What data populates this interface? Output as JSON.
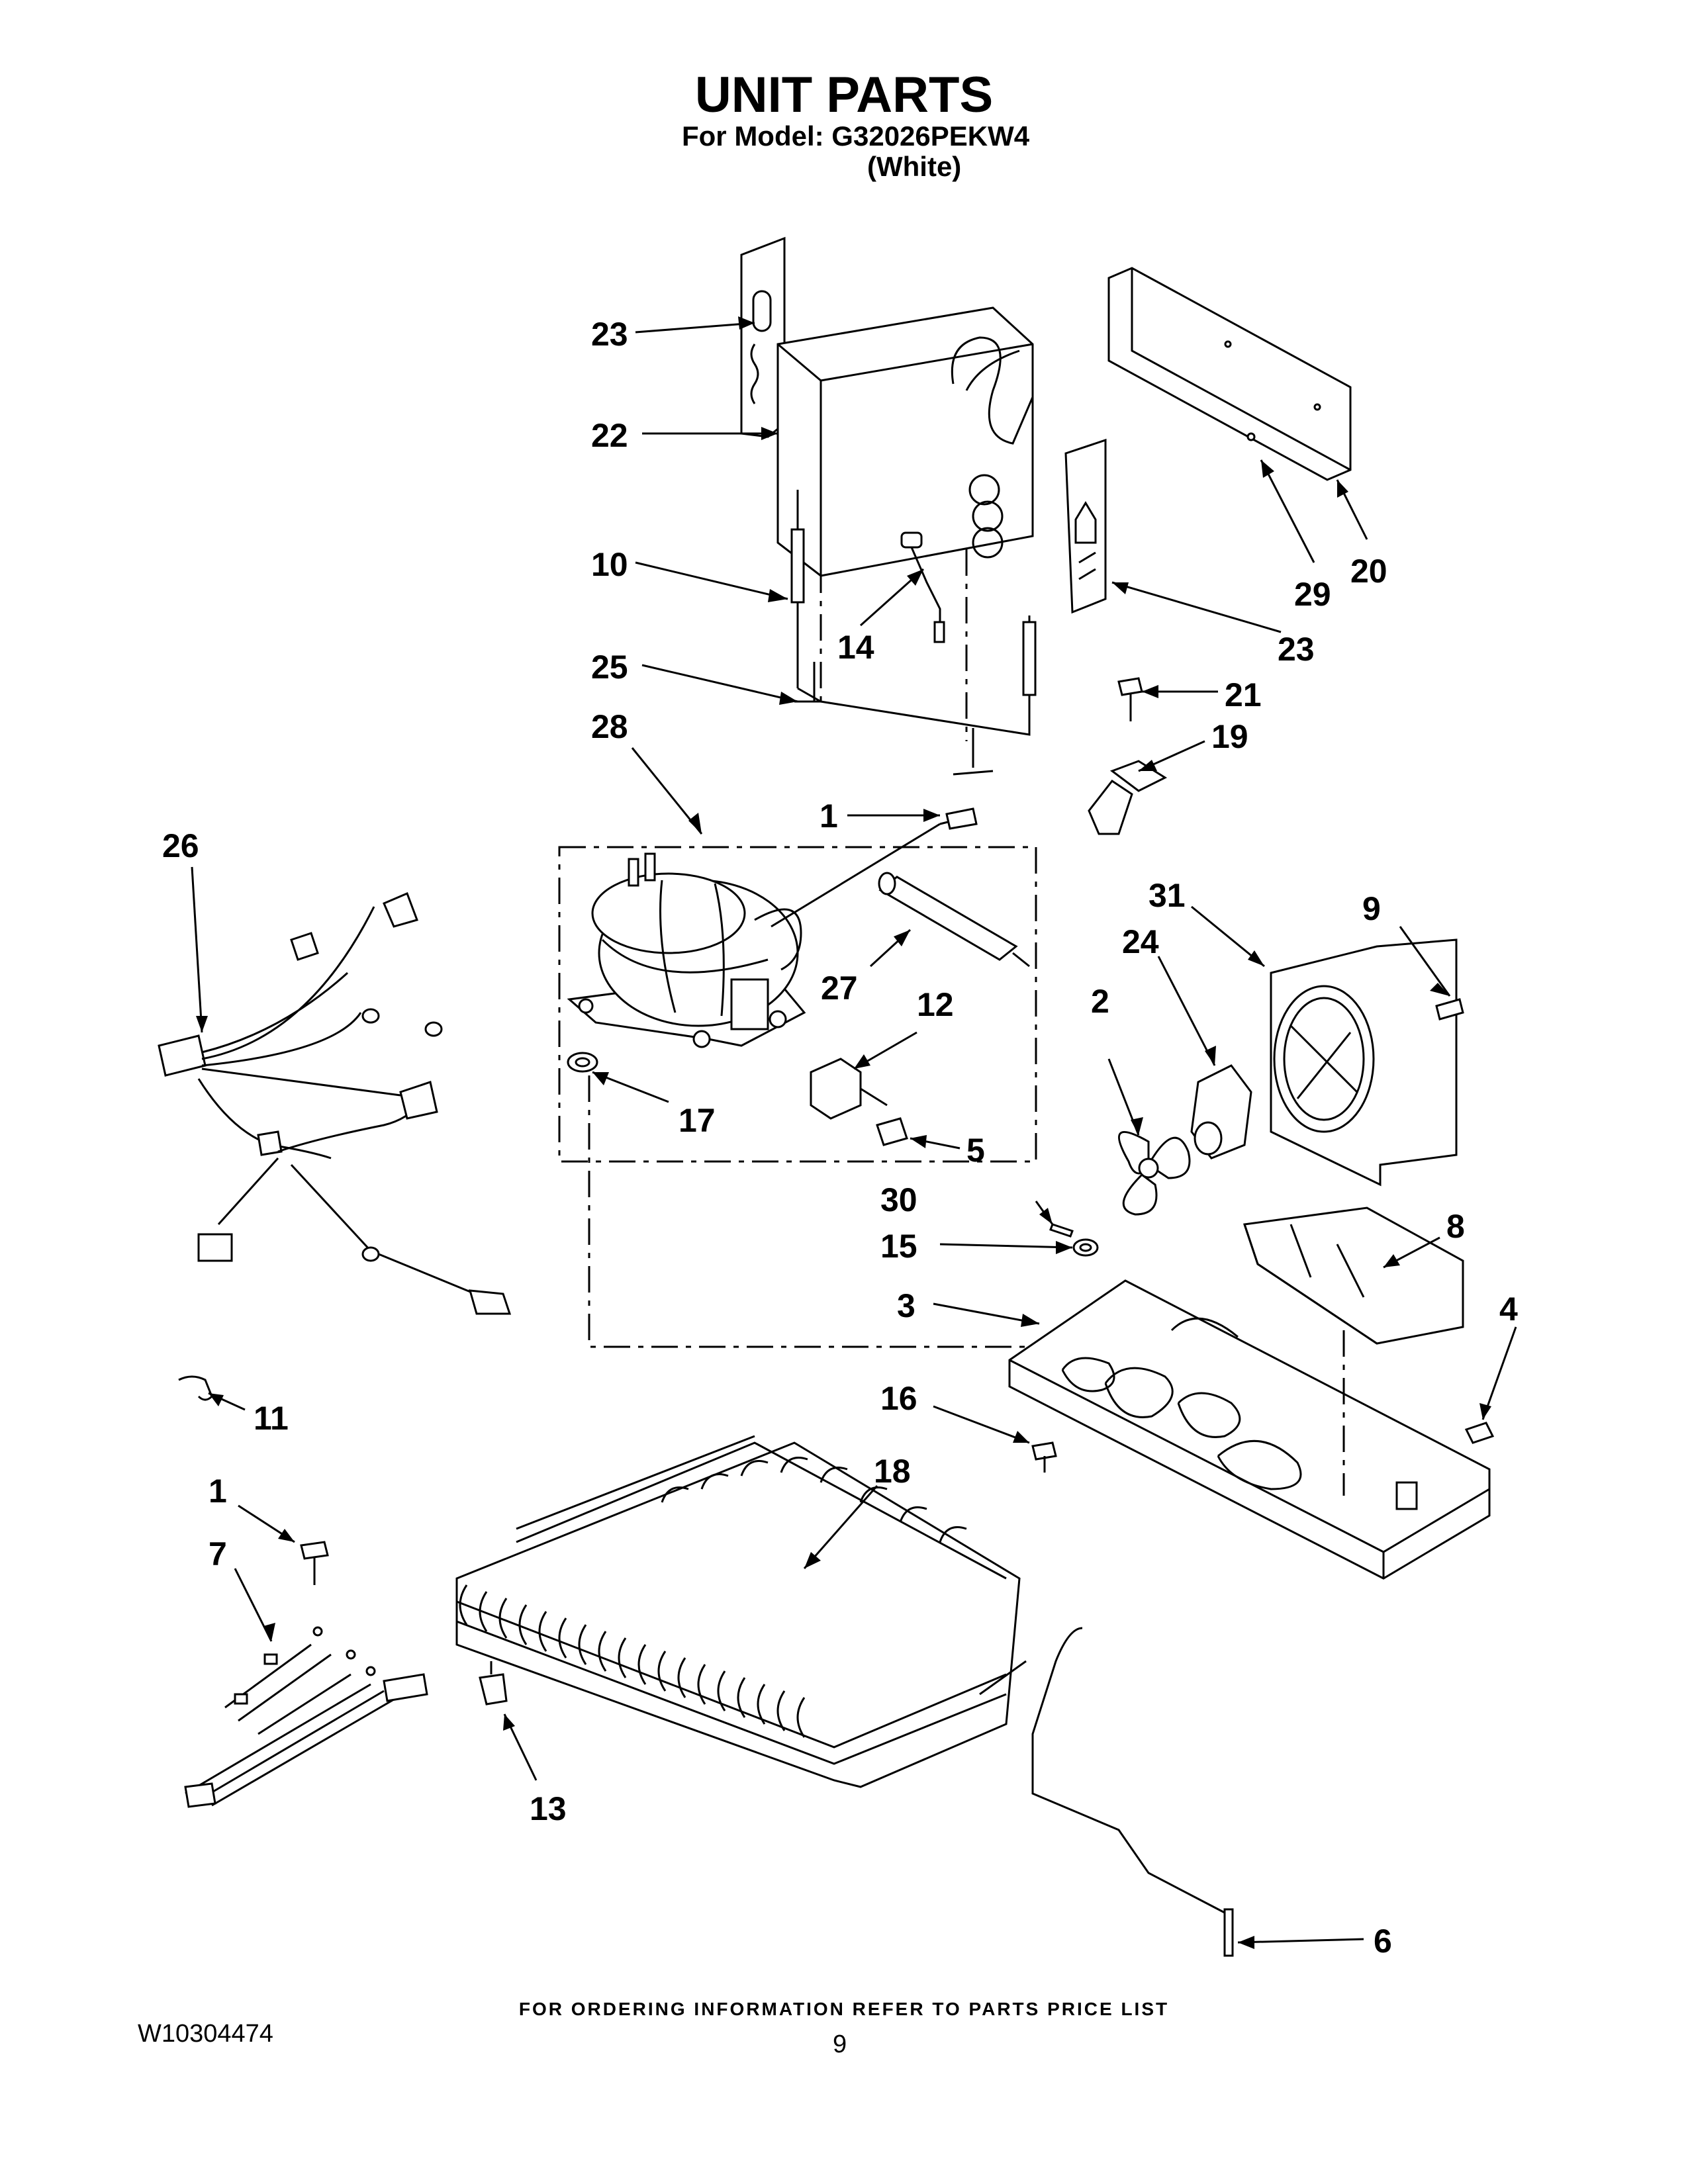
{
  "header": {
    "title": "UNIT PARTS",
    "model_line": "For Model: G32026PEKW4",
    "model_color": "(White)"
  },
  "callouts": [
    "23",
    "22",
    "10",
    "14",
    "25",
    "28",
    "1",
    "26",
    "27",
    "12",
    "17",
    "5",
    "20",
    "29",
    "23",
    "21",
    "19",
    "31",
    "9",
    "24",
    "2",
    "30",
    "15",
    "3",
    "8",
    "4",
    "16",
    "11",
    "1",
    "7",
    "18",
    "13",
    "6"
  ],
  "footer": {
    "note": "FOR ORDERING INFORMATION REFER TO PARTS PRICE LIST",
    "doc_number": "W10304474",
    "page_number": "9"
  }
}
